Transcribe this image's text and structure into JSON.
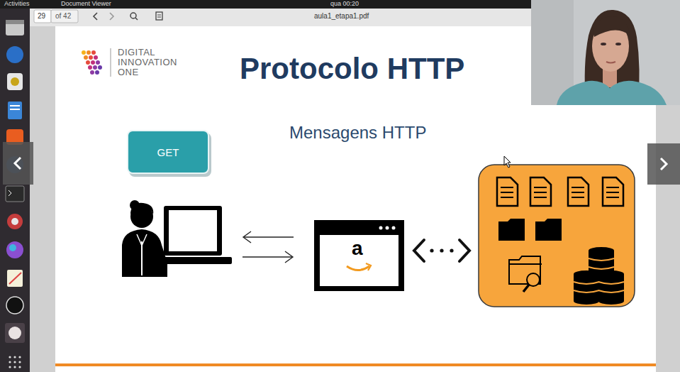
{
  "diagram": {
    "title": "Protocolo HTTP",
    "nodes": [
      {
        "text": [
          "GET"
        ]
      }
    ],
    "labels": [
      "Activities",
      "Document Viewer",
      "qua 00:20",
      "29",
      "of 42",
      "aula1_etapa1.pdf",
      "DIGITAL INNOVATION ONE",
      "Mensagens HTTP",
      "a"
    ]
  }
}
